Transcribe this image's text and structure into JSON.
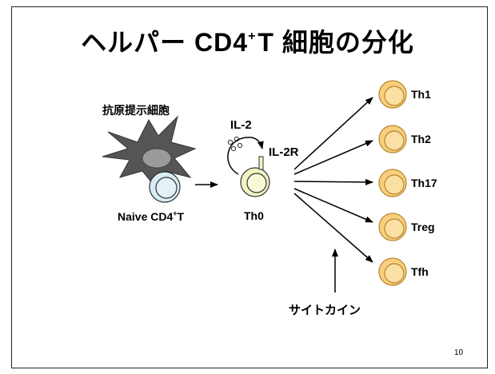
{
  "slide": {
    "title_main": "ヘルパー CD4",
    "title_sup": "+",
    "title_rest": "T 細胞の分化",
    "page_number": "10"
  },
  "diagram": {
    "apc_label": "抗原提示細胞",
    "naive_label_main": "Naive CD4",
    "naive_label_sup": "+",
    "naive_label_rest": "T",
    "th0_label": "Th0",
    "il2_label": "IL-2",
    "il2r_label": "IL-2R",
    "cytokine_label": "サイトカイン",
    "subsets": [
      "Th1",
      "Th2",
      "Th17",
      "Treg",
      "Tfh"
    ],
    "colors": {
      "apc_fill": "#555555",
      "naive_cell_fill": "#d6ecf6",
      "th0_cell_fill": "#f2f5c4",
      "subset_cell_fill": "#f8cf7e",
      "subset_cell_stroke": "#b8852a"
    }
  }
}
